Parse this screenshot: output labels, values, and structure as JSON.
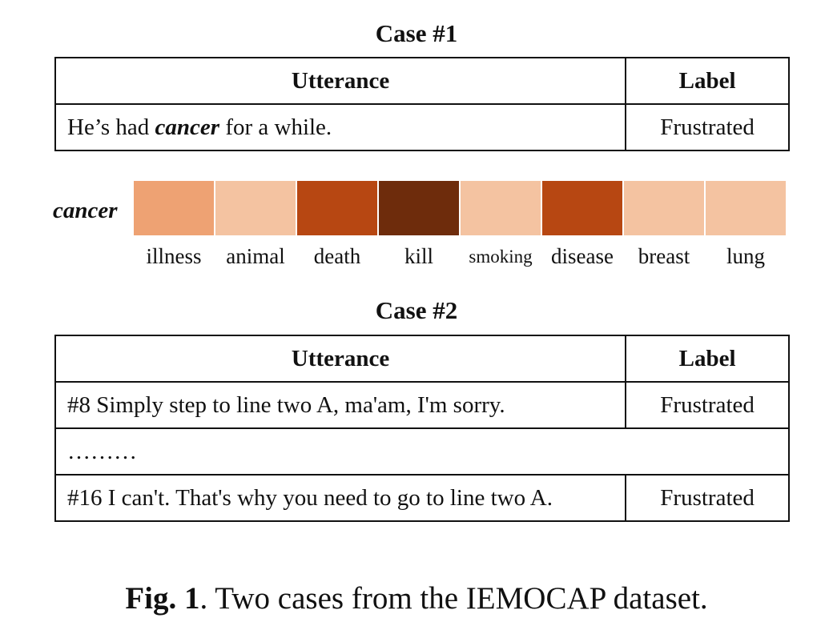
{
  "case1": {
    "title": "Case #1",
    "headers": {
      "utterance": "Utterance",
      "label": "Label"
    },
    "rows": [
      {
        "utterance_before": "He’s had ",
        "utterance_keyword": "cancer",
        "utterance_after": " for a while.",
        "label": "Frustrated"
      }
    ]
  },
  "heatmap": {
    "keyword": "cancer",
    "cells": [
      {
        "word": "illness",
        "color": "#EEA273"
      },
      {
        "word": "animal",
        "color": "#F4C3A1"
      },
      {
        "word": "death",
        "color": "#B74712"
      },
      {
        "word": "kill",
        "color": "#6E2C0C"
      },
      {
        "word": "smoking",
        "color": "#F4C3A1"
      },
      {
        "word": "disease",
        "color": "#B74712"
      },
      {
        "word": "breast",
        "color": "#F4C3A1"
      },
      {
        "word": "lung",
        "color": "#F4C3A1"
      }
    ]
  },
  "case2": {
    "title": "Case #2",
    "headers": {
      "utterance": "Utterance",
      "label": "Label"
    },
    "rows": [
      {
        "utterance": "#8 Simply step to line two A, ma'am, I'm sorry.",
        "label": "Frustrated"
      },
      {
        "utterance": "………",
        "label": ""
      },
      {
        "utterance": "#16 I  can't. That's why you need to go to line two A.",
        "label": "Frustrated"
      }
    ]
  },
  "caption": {
    "fig_label": "Fig. 1",
    "text": ". Two cases from the IEMOCAP dataset."
  }
}
